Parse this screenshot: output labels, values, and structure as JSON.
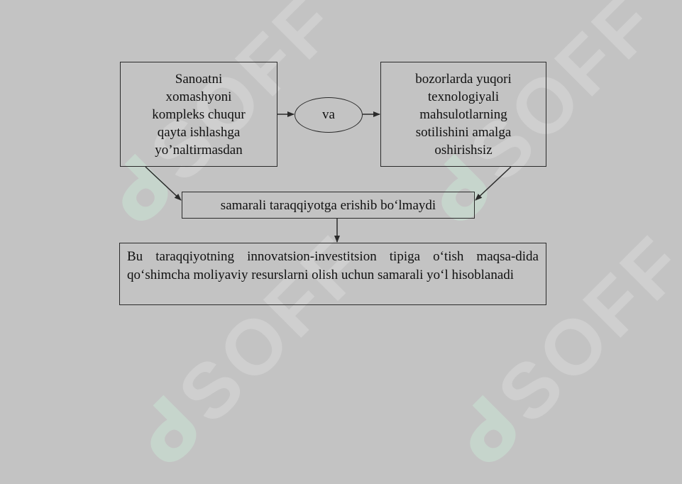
{
  "watermark": {
    "text": "SOFF"
  },
  "diagram": {
    "box_left": {
      "text": "Sanoatni\nxomashyoni\nkompleks chuqur\nqayta ishlashga\nyo’naltirmasdan"
    },
    "connector": {
      "text": "va"
    },
    "box_right": {
      "text": "bozorlarda yuqori\ntexnologiyali\nmahsulotlarning\nsotilishini amalga\noshirishsiz"
    },
    "box_mid": {
      "text": "samarali taraqqiyotga erishib bo‘lmaydi"
    },
    "box_bottom": {
      "text": "Bu taraqqiyotning innovatsion-investitsion tipiga o‘tish maqsa-dida qo‘shimcha moliyaviy resurslarni olish uchun samarali yo‘l hisoblanadi"
    }
  },
  "colors": {
    "background": "#c3c3c3",
    "line": "#2b2b2b",
    "text": "#111111"
  }
}
